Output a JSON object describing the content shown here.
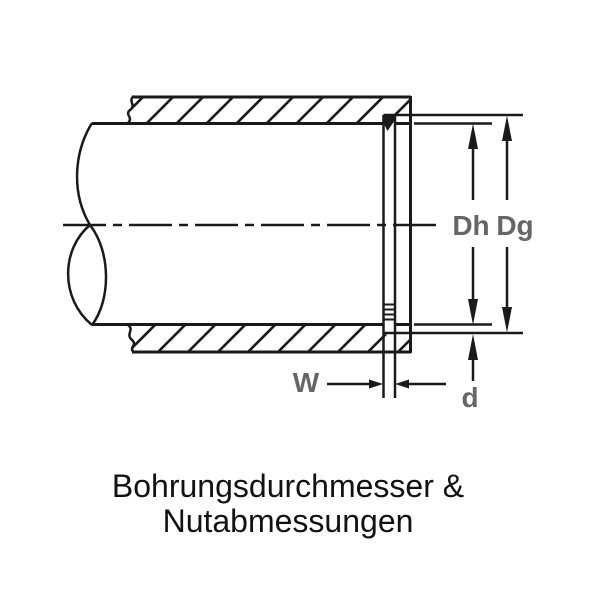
{
  "diagram": {
    "labels": {
      "bore_diameter": "Dh",
      "groove_diameter": "Dg",
      "groove_width": "W",
      "groove_depth": "d"
    },
    "caption": {
      "line1": "Bohrungsdurchmesser &",
      "line2": "Nutabmessungen"
    },
    "colors": {
      "line": "#1a1a1a",
      "dimension_label": "#666666",
      "caption_text": "#121212",
      "background": "#ffffff"
    }
  }
}
